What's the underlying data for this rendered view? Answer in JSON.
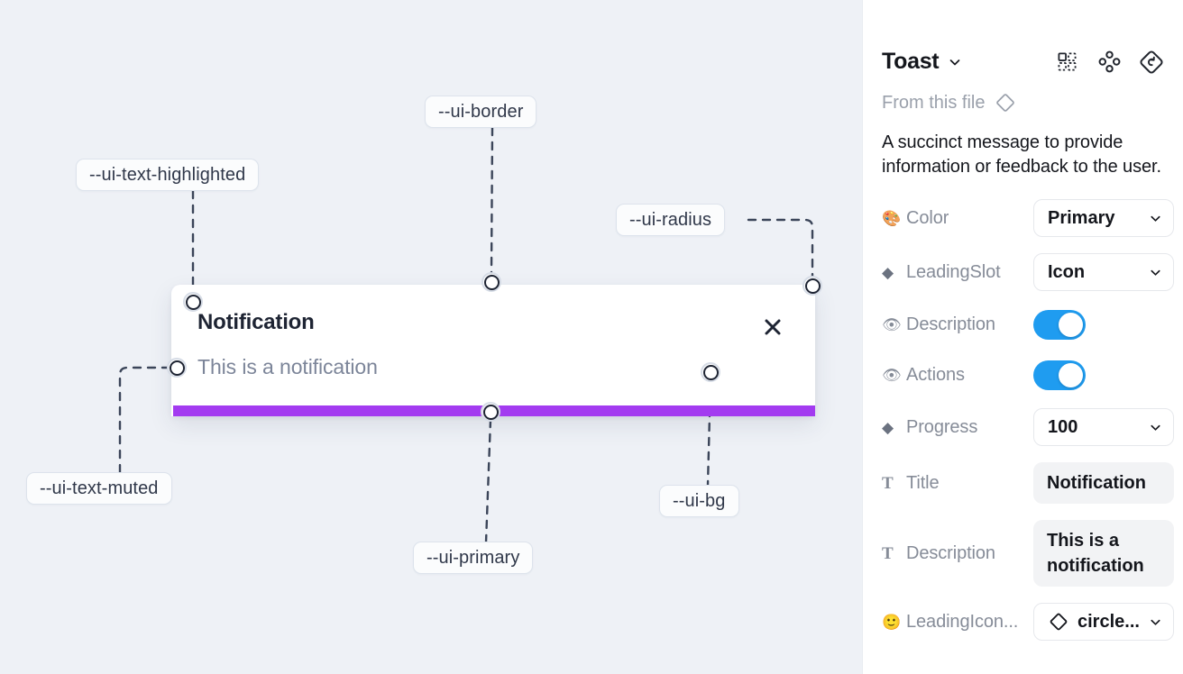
{
  "canvas": {
    "background_color": "#eef1f6",
    "toast": {
      "title": "Notification",
      "description": "This is a notification",
      "close_icon": "close-x-icon",
      "progress_color": "#a33bf0",
      "background_color": "#ffffff"
    },
    "token_labels": [
      {
        "id": "ui-border",
        "text": "--ui-border"
      },
      {
        "id": "ui-text-highlighted",
        "text": "--ui-text-highlighted"
      },
      {
        "id": "ui-radius",
        "text": "--ui-radius"
      },
      {
        "id": "ui-text-muted",
        "text": "--ui-text-muted"
      },
      {
        "id": "ui-primary",
        "text": "--ui-primary"
      },
      {
        "id": "ui-bg",
        "text": "--ui-bg"
      }
    ]
  },
  "panel": {
    "title": "Toast",
    "title_caret_icon": "chevron-down-icon",
    "header_icons": [
      {
        "name": "component-grid-icon"
      },
      {
        "name": "variants-diamond-dots-icon"
      },
      {
        "name": "reset-instance-icon"
      }
    ],
    "from_this_file": {
      "label": "From this file",
      "icon": "diamond-outline-icon"
    },
    "description": "A succinct message to provide information or feedback to the user.",
    "properties": [
      {
        "icon": "palette-icon",
        "icon_glyph": "🎨",
        "icon_type": "emoji",
        "label": "Color",
        "control": "select",
        "value": "Primary"
      },
      {
        "icon": "diamond-icon",
        "icon_glyph": "◆",
        "icon_type": "diamond",
        "label": "LeadingSlot",
        "control": "select",
        "value": "Icon"
      },
      {
        "icon": "eye-icon",
        "icon_glyph": "👁",
        "icon_type": "emoji",
        "label": "Description",
        "control": "toggle",
        "value": "on"
      },
      {
        "icon": "eye-icon",
        "icon_glyph": "👁",
        "icon_type": "emoji",
        "label": "Actions",
        "control": "toggle",
        "value": "on"
      },
      {
        "icon": "diamond-icon",
        "icon_glyph": "◆",
        "icon_type": "diamond",
        "label": "Progress",
        "control": "select",
        "value": "100"
      },
      {
        "icon": "text-icon",
        "icon_glyph": "T",
        "icon_type": "tglyph",
        "label": "Title",
        "control": "text",
        "value": "Notification"
      },
      {
        "icon": "text-icon",
        "icon_glyph": "T",
        "icon_type": "tglyph",
        "label": "Description",
        "control": "textarea",
        "value": "This is a notification"
      },
      {
        "icon": "smiley-icon",
        "icon_glyph": "🙂",
        "icon_type": "emoji",
        "label": "LeadingIcon...",
        "control": "icon-select",
        "value": "circle..."
      }
    ],
    "toggle_on_color": "#1f9cf0"
  }
}
